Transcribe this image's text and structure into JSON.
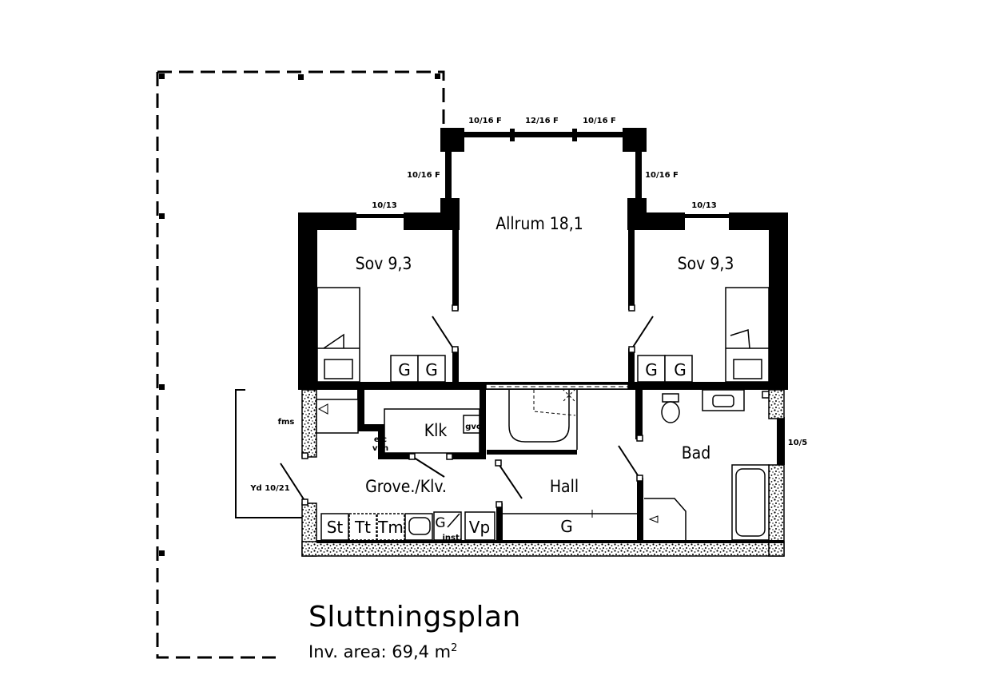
{
  "plan": {
    "title": "Sluttningsplan",
    "area_label": "Inv. area: 69,4 m",
    "area_unit_sup": "2",
    "rooms": {
      "allrum": "Allrum 18,1",
      "sov_left": "Sov 9,3",
      "sov_right": "Sov 9,3",
      "klk": "Klk",
      "grove": "Grove./Klv.",
      "hall": "Hall",
      "bad": "Bad"
    },
    "window_labels": {
      "top_left": "10/16 F",
      "top_center": "12/16 F",
      "top_right": "10/16 F",
      "side_left": "10/16 F",
      "side_right": "10/16 F",
      "sov_left": "10/13",
      "sov_right": "10/13",
      "bad": "10/5",
      "door": "Yd 10/21"
    },
    "annotations": {
      "fms": "fms",
      "elc": "elc",
      "vvh": "vvh",
      "gvc": "gvc",
      "inst": "inst."
    },
    "cabinets": {
      "g": "G",
      "st": "St",
      "tt": "Tt",
      "tm": "Tm",
      "vp": "Vp"
    }
  }
}
